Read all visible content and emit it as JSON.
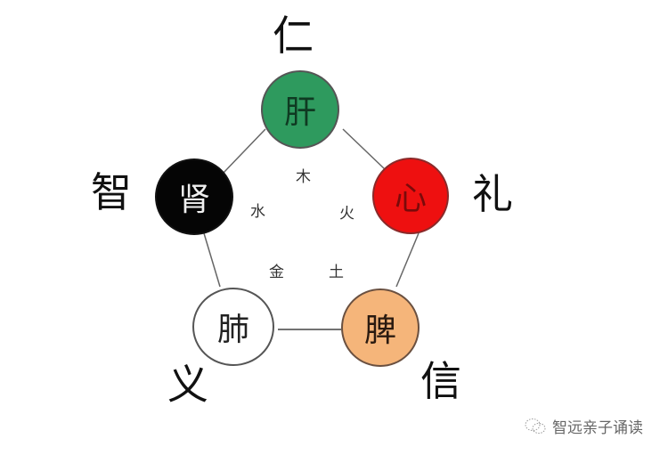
{
  "diagram": {
    "title": "",
    "nodes": [
      {
        "id": "liver",
        "label": "肝",
        "virtue": "仁",
        "element": "木",
        "fill": "#2e9a5e",
        "text_color": "#0f3a22",
        "border": "#555555"
      },
      {
        "id": "heart",
        "label": "心",
        "virtue": "礼",
        "element": "火",
        "fill": "#ee1010",
        "text_color": "#7a0a0a",
        "border": "#8a2a2a"
      },
      {
        "id": "spleen",
        "label": "脾",
        "virtue": "信",
        "element": "土",
        "fill": "#f5b57a",
        "text_color": "#2a1a10",
        "border": "#6a5040"
      },
      {
        "id": "lung",
        "label": "肺",
        "virtue": "义",
        "element": "金",
        "fill": "#ffffff",
        "text_color": "#222222",
        "border": "#555555"
      },
      {
        "id": "kidney",
        "label": "肾",
        "virtue": "智",
        "element": "水",
        "fill": "#050505",
        "text_color": "#f0f0f0",
        "border": "#111111"
      }
    ],
    "edges": [
      {
        "from": "liver",
        "to": "heart"
      },
      {
        "from": "heart",
        "to": "spleen"
      },
      {
        "from": "spleen",
        "to": "lung"
      },
      {
        "from": "lung",
        "to": "kidney"
      },
      {
        "from": "kidney",
        "to": "liver"
      }
    ],
    "virtue_labels": {
      "liver": "仁",
      "heart": "礼",
      "spleen": "信",
      "lung": "义",
      "kidney": "智"
    },
    "element_labels": {
      "wood": "木",
      "fire": "火",
      "earth": "土",
      "metal": "金",
      "water": "水"
    }
  },
  "watermark": {
    "icon": "wechat-chat-icon",
    "text": "智远亲子诵读"
  }
}
